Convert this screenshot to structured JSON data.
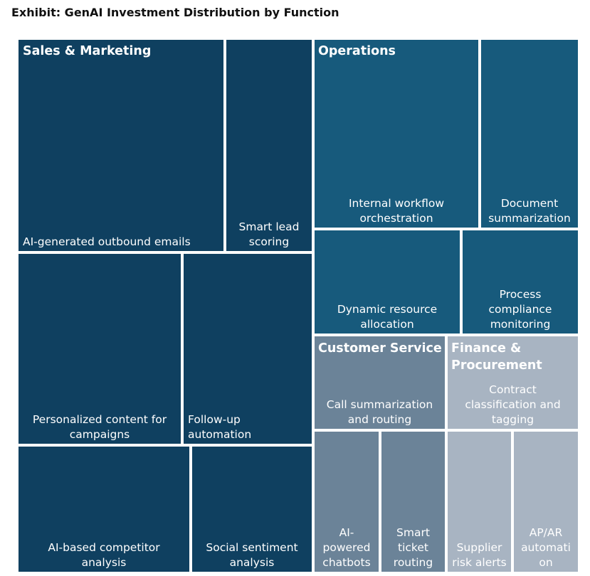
{
  "title": "Exhibit: GenAI Investment Distribution by Function",
  "colors": {
    "sales_marketing": "#0f4060",
    "operations": "#175a7c",
    "customer_service": "#6b8398",
    "finance_procurement": "#a8b4c2"
  },
  "chart_data": {
    "type": "treemap",
    "title": "Exhibit: GenAI Investment Distribution by Function",
    "groups": [
      {
        "name": "Sales & Marketing",
        "color": "#0f4060",
        "items": [
          {
            "label": "AI-generated outbound emails"
          },
          {
            "label": "Smart lead\nscoring"
          },
          {
            "label": "Personalized content for\ncampaigns"
          },
          {
            "label": "Follow-up\nautomation"
          },
          {
            "label": "AI-based competitor\nanalysis"
          },
          {
            "label": "Social sentiment\nanalysis"
          }
        ]
      },
      {
        "name": "Operations",
        "color": "#175a7c",
        "items": [
          {
            "label": "Internal workflow\norchestration"
          },
          {
            "label": "Document\nsummarization"
          },
          {
            "label": "Dynamic resource\nallocation"
          },
          {
            "label": "Process\ncompliance\nmonitoring"
          }
        ]
      },
      {
        "name": "Customer Service",
        "color": "#6b8398",
        "items": [
          {
            "label": "Call summarization\nand routing"
          },
          {
            "label": "AI-\npowered\nchatbots"
          },
          {
            "label": "Smart\nticket\nrouting"
          }
        ]
      },
      {
        "name": "Finance &\nProcurement",
        "color": "#a8b4c2",
        "items": [
          {
            "label": "Contract\nclassification and\ntagging"
          },
          {
            "label": "Supplier\nrisk alerts"
          },
          {
            "label": "AP/AR\nautomati\non"
          }
        ]
      }
    ]
  }
}
